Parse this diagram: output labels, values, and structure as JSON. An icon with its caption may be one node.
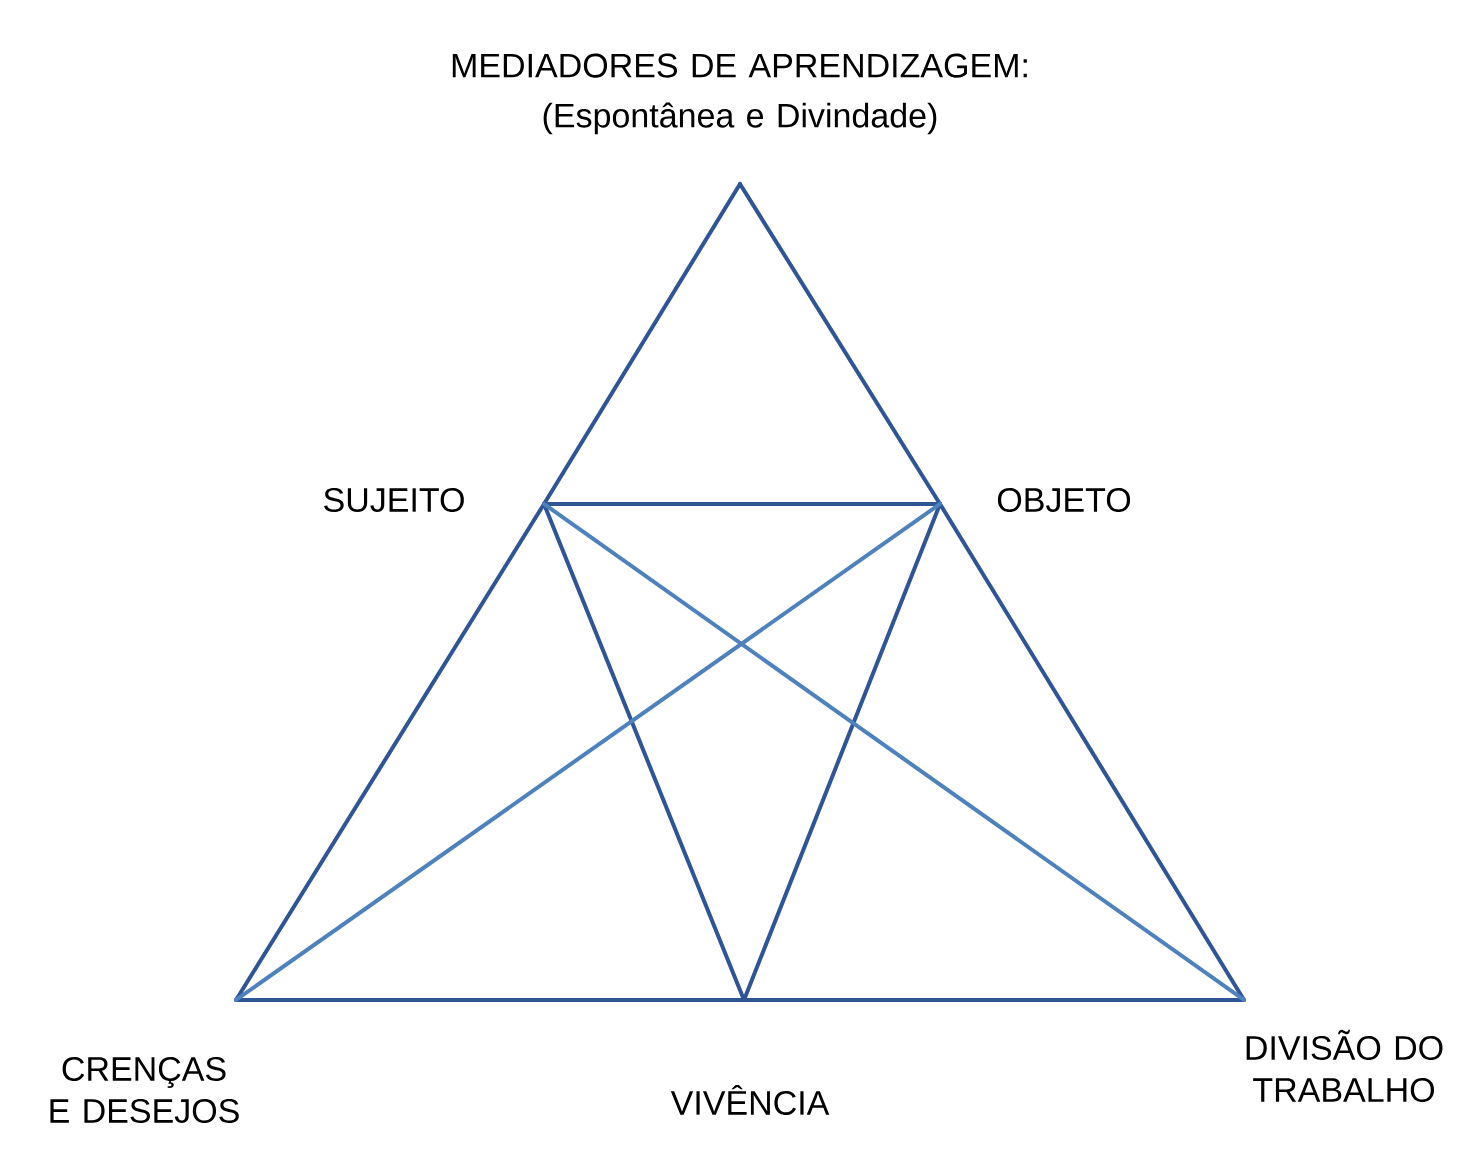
{
  "diagram": {
    "nodes": [
      {
        "text": [
          "MEDIADORES DE APRENDIZAGEM:",
          "(Espontânea e Divindade)"
        ]
      },
      {
        "text": [
          "SUJEITO"
        ]
      },
      {
        "text": [
          "OBJETO"
        ]
      },
      {
        "text": [
          "CRENÇAS E DESEJOS"
        ]
      },
      {
        "text": [
          "VIVÊNCIA"
        ]
      },
      {
        "text": [
          "DIVISÃO DO TRABALHO"
        ]
      }
    ],
    "edges": [
      {
        "from": 0,
        "to": 1,
        "arrow": "none"
      },
      {
        "from": 0,
        "to": 2,
        "arrow": "none"
      },
      {
        "from": 1,
        "to": 2,
        "arrow": "none"
      },
      {
        "from": 1,
        "to": 3,
        "arrow": "none"
      },
      {
        "from": 2,
        "to": 5,
        "arrow": "none"
      },
      {
        "from": 3,
        "to": 4,
        "arrow": "none"
      },
      {
        "from": 4,
        "to": 5,
        "arrow": "none"
      },
      {
        "from": 1,
        "to": 4,
        "arrow": "none"
      },
      {
        "from": 2,
        "to": 4,
        "arrow": "none"
      },
      {
        "from": 1,
        "to": 5,
        "arrow": "none",
        "color": "#4f81bd"
      },
      {
        "from": 2,
        "to": 3,
        "arrow": "none",
        "color": "#4f81bd"
      }
    ]
  }
}
